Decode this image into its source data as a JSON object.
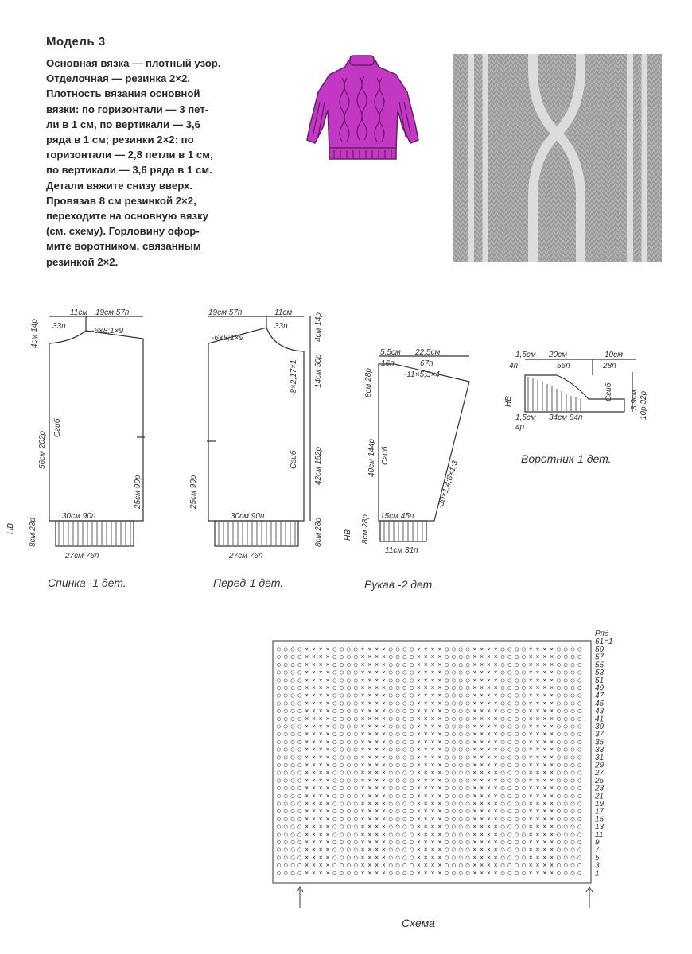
{
  "title": "Модель 3",
  "instructions": [
    "Основная вязка — плотный узор.",
    "Отделочная — резинка 2×2.",
    "Плотность вязания основной",
    "вязки: по горизонтали — 3 пет-",
    "ли в 1 см, по вертикали — 3,6",
    "ряда в 1 см; резинки 2×2: по",
    "горизонтали — 2,8 петли в 1 см,",
    "по вертикали — 3,6 ряда в 1 см.",
    "Детали вяжите снизу вверх.",
    "Провязав 8 см резинкой 2×2,",
    "переходите на основную вязку",
    "(см. схему). Горловину офор-",
    "мите воротником, связанным",
    "резинкой 2×2."
  ],
  "colors": {
    "sweater": "#c238c2",
    "ink": "#333333",
    "swatch_bg": "#9a9a9a",
    "swatch_cable": "#d6d6d6"
  },
  "back": {
    "caption": "Спинка -1 дет.",
    "top_left": "11см",
    "top_right": "19см 57п",
    "neck_sts": "33п",
    "neck_rule": "-6×8;1×9",
    "neck_depth": "4см 14р",
    "height": "56см 202р",
    "fold": "Сгиб",
    "armhole": "25см 90р",
    "width": "30см 90п",
    "nv": "НВ",
    "rib_height": "8см 28р",
    "rib_width": "27см 76п"
  },
  "front": {
    "caption": "Перед-1 дет.",
    "top_left": "19см 57п",
    "top_right": "11см",
    "neck_sts": "33п",
    "shoulder_rule": "-6×8;1×9",
    "neck_depth": "4см 14р",
    "neck_rule": "-8×2;17×1",
    "neck_height": "14см 50р",
    "height": "42см 152р",
    "fold": "Сгиб",
    "armhole": "25см 90р",
    "width": "30см 90п",
    "rib_height": "8см 28р",
    "rib_width": "27см 76п"
  },
  "sleeve": {
    "caption": "Рукав -2 дет.",
    "top_left": "5,5см",
    "top_right": "22,5см",
    "top_sts_left": "16п",
    "top_sts_right": "67п",
    "cap_rule": "-11×5;3×4",
    "cap_height": "8см 28р",
    "height": "40см 144р",
    "fold": "Сгиб",
    "side_rule": "-30×1;4;8×1;3",
    "bottom": "15см 45п",
    "nv": "НВ",
    "rib_height": "8см 28р",
    "rib_width": "11см 31п"
  },
  "collar": {
    "caption": "Воротник-1 дет.",
    "t1": "1,5см",
    "t2": "20см",
    "t3": "10см",
    "s1": "4п",
    "s2": "56п",
    "s3": "28п",
    "nv": "НВ",
    "fold": "Сгиб",
    "height": "3,9см",
    "rows": "10р 32р",
    "b1": "1,5см",
    "b2": "34см 84п",
    "b3": "4р"
  },
  "chart": {
    "caption": "Схема",
    "header": "Ряд",
    "top_row": "61=1",
    "row_labels": [
      "59",
      "57",
      "55",
      "53",
      "51",
      "49",
      "47",
      "45",
      "43",
      "41",
      "39",
      "37",
      "35",
      "33",
      "31",
      "29",
      "27",
      "25",
      "23",
      "21",
      "19",
      "17",
      "15",
      "13",
      "11",
      "9",
      "7",
      "5",
      "3",
      "1"
    ]
  }
}
